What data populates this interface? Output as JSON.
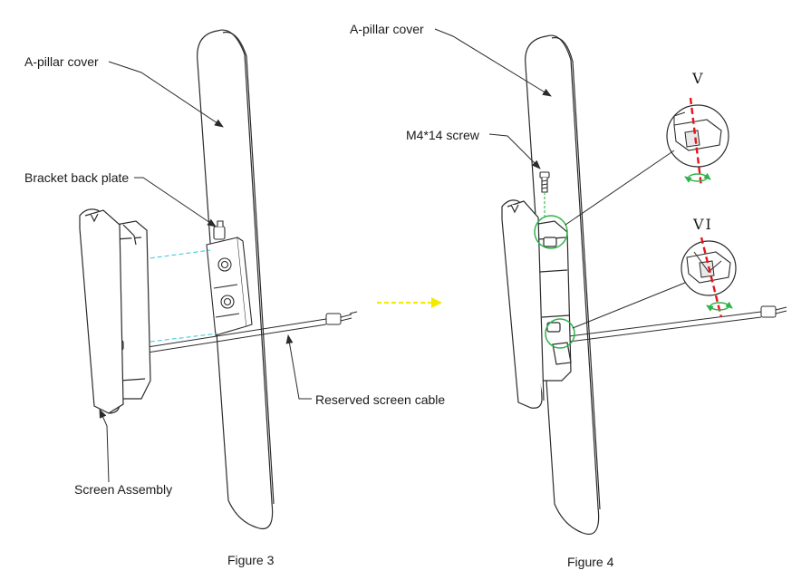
{
  "figure3": {
    "label_apillar": "A-pillar cover",
    "label_bracket": "Bracket back plate",
    "label_screen": "Screen Assembly",
    "label_cable": "Reserved screen cable",
    "caption": "Figure 3"
  },
  "figure4": {
    "label_apillar": "A-pillar cover",
    "label_screw": "M4*14 screw",
    "detail_v": "V",
    "detail_vi": "VI",
    "caption": "Figure 4"
  },
  "colors": {
    "line": "#2b2b2b",
    "guide_cyan": "#36c6d6",
    "arrow_yellow": "#f2ea00",
    "highlight_green": "#2fb34a",
    "axis_red": "#e8141b"
  }
}
